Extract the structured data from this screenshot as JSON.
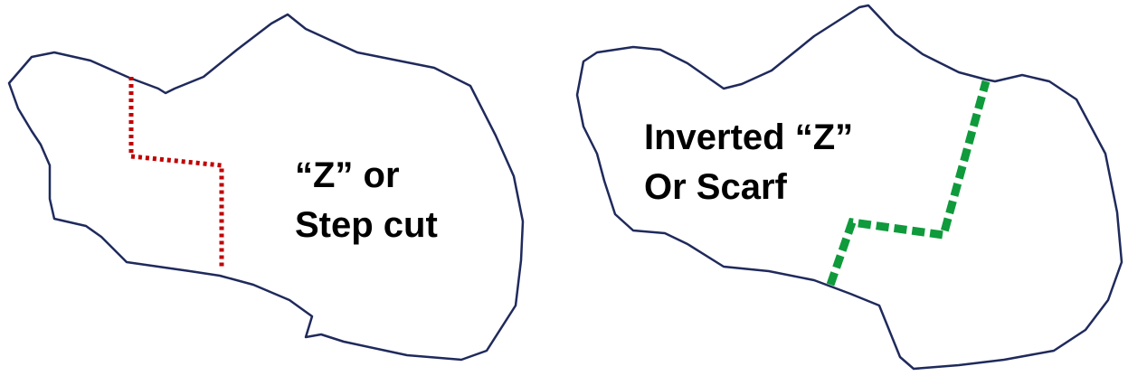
{
  "panels": [
    {
      "label_lines": [
        "“Z” or",
        "Step cut"
      ],
      "cut_color": "#c00000",
      "outline_color": "#1f2a5c"
    },
    {
      "label_lines": [
        "Inverted “Z”",
        "Or Scarf"
      ],
      "cut_color": "#0f9a3c",
      "outline_color": "#1f2a5c"
    }
  ]
}
